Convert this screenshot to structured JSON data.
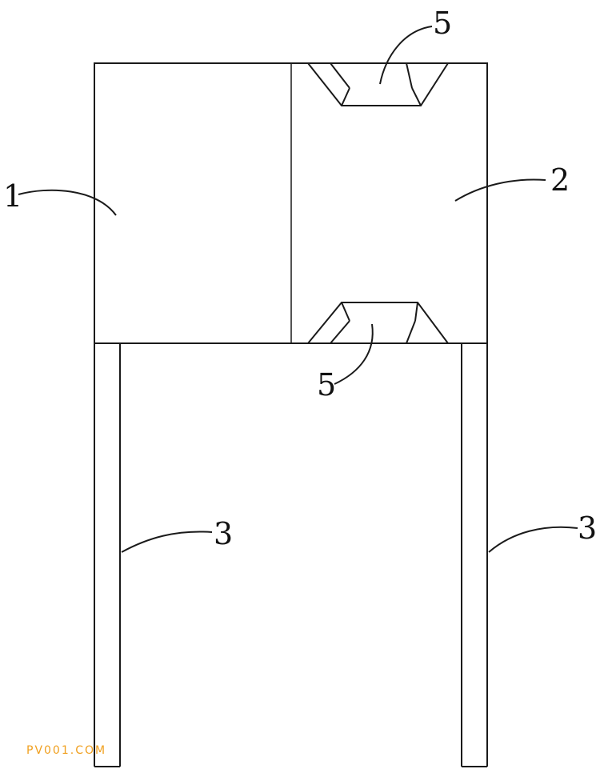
{
  "callouts": {
    "part1": "1",
    "part2": "2",
    "part3_left": "3",
    "part3_right": "3",
    "part5_top": "5",
    "part5_bottom": "5"
  },
  "watermark": "PV001.COM",
  "colors": {
    "line": "#1a1a1a",
    "watermark": "#f0a020",
    "background": "#ffffff"
  }
}
